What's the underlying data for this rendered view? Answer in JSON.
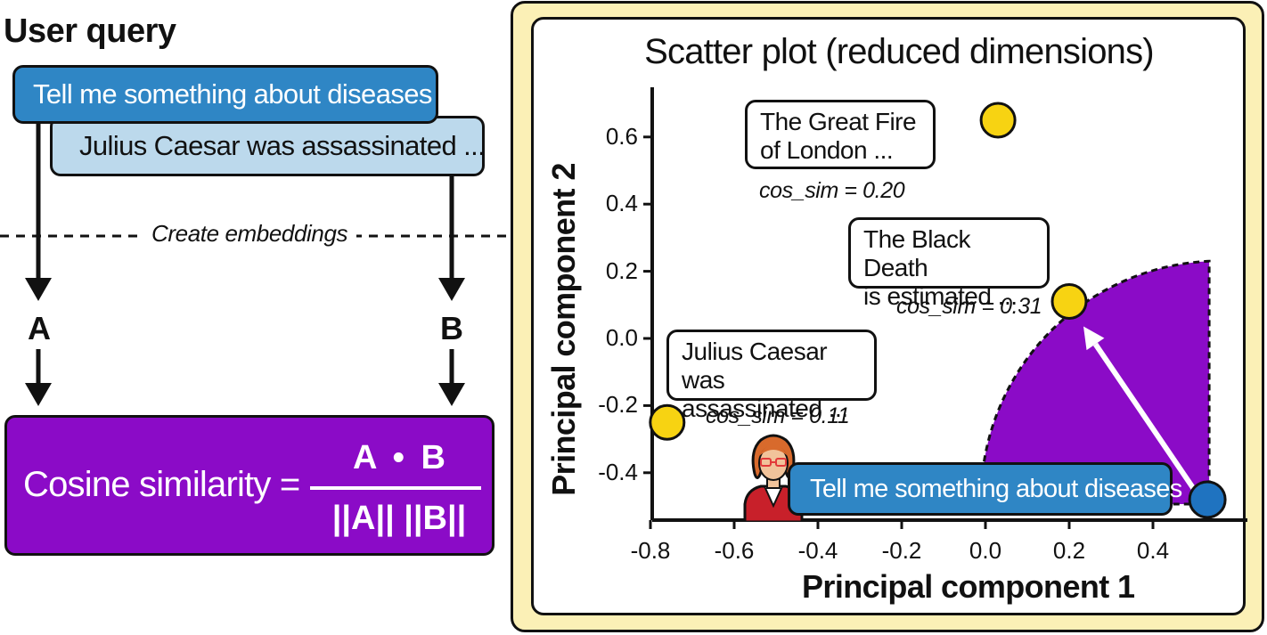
{
  "left": {
    "title": "User query",
    "query_primary": "Tell me something about diseases",
    "query_secondary": "Julius Caesar was assassinated ...",
    "embed_label": "Create embeddings",
    "vec_a": "A",
    "vec_b": "B",
    "cosine_label": "Cosine similarity =",
    "numerator": "A • B",
    "denominator": "||A|| ||B||"
  },
  "chart_data": {
    "type": "scatter",
    "title": "Scatter plot (reduced dimensions)",
    "xlabel": "Principal component 1",
    "ylabel": "Principal component 2",
    "xlim": [
      -0.85,
      0.6
    ],
    "ylim": [
      -0.55,
      0.75
    ],
    "xticks": [
      -0.8,
      -0.6,
      -0.4,
      -0.2,
      0.0,
      0.2,
      0.4
    ],
    "yticks": [
      -0.4,
      -0.2,
      0.0,
      0.2,
      0.4,
      0.6
    ],
    "xtick_labels": [
      "-0.8",
      "-0.6",
      "-0.4",
      "-0.2",
      "0.0",
      "0.2",
      "0.4"
    ],
    "ytick_labels": [
      "-0.4",
      "-0.2",
      "0.0",
      "0.2",
      "0.4",
      "0.6"
    ],
    "points": [
      {
        "x": 0.03,
        "y": 0.65,
        "text": "The Great Fire of London ...",
        "text_line1": "The Great Fire",
        "text_line2": "of London ...",
        "cos_sim": "cos_sim = 0.20",
        "color": "#f7d312"
      },
      {
        "x": 0.2,
        "y": 0.11,
        "text": "The Black Death is estimated ...",
        "text_line1": "The Black Death",
        "text_line2": "is estimated ...",
        "cos_sim": "cos_sim = 0.31",
        "color": "#f7d312"
      },
      {
        "x": -0.76,
        "y": -0.25,
        "text": "Julius Caesar was assassinated ...",
        "text_line1": "Julius Caesar was",
        "text_line2": "assassinated ...",
        "cos_sim": "cos_sim = 0.11",
        "color": "#f7d312"
      }
    ],
    "query_point": {
      "x": 0.53,
      "y": -0.48,
      "text": "Tell me something about diseases",
      "color": "#1f73c0"
    },
    "sector_color": "#8b0bc7"
  }
}
